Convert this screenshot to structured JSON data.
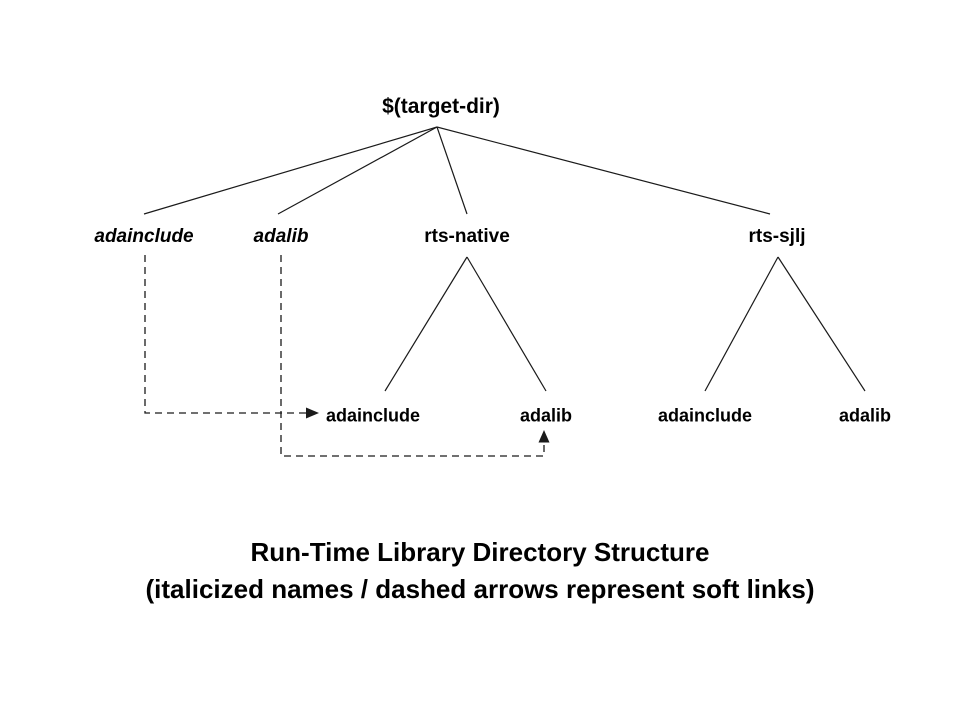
{
  "diagram": {
    "root": {
      "label": "$(target-dir)"
    },
    "level1": [
      {
        "label": "adainclude",
        "italic": true,
        "soft_link": true
      },
      {
        "label": "adalib",
        "italic": true,
        "soft_link": true
      },
      {
        "label": "rts-native",
        "italic": false,
        "soft_link": false
      },
      {
        "label": "rts-sjlj",
        "italic": false,
        "soft_link": false
      }
    ],
    "rts_native_children": [
      {
        "label": "adainclude"
      },
      {
        "label": "adalib"
      }
    ],
    "rts_sjlj_children": [
      {
        "label": "adainclude"
      },
      {
        "label": "adalib"
      }
    ],
    "colors": {
      "line": "#1a1a1a",
      "text": "#000000",
      "background": "#ffffff"
    }
  },
  "caption": {
    "title": "Run-Time Library Directory Structure",
    "subtitle": "(italicized names / dashed arrows represent soft links)"
  }
}
